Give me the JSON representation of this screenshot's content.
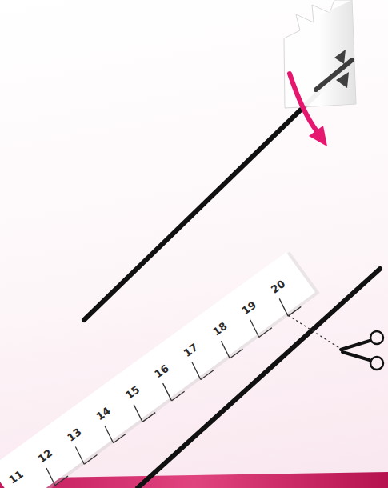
{
  "diagram": {
    "labels": [
      "11",
      "12",
      "13",
      "14",
      "15",
      "16",
      "17",
      "18",
      "19",
      "20"
    ]
  }
}
